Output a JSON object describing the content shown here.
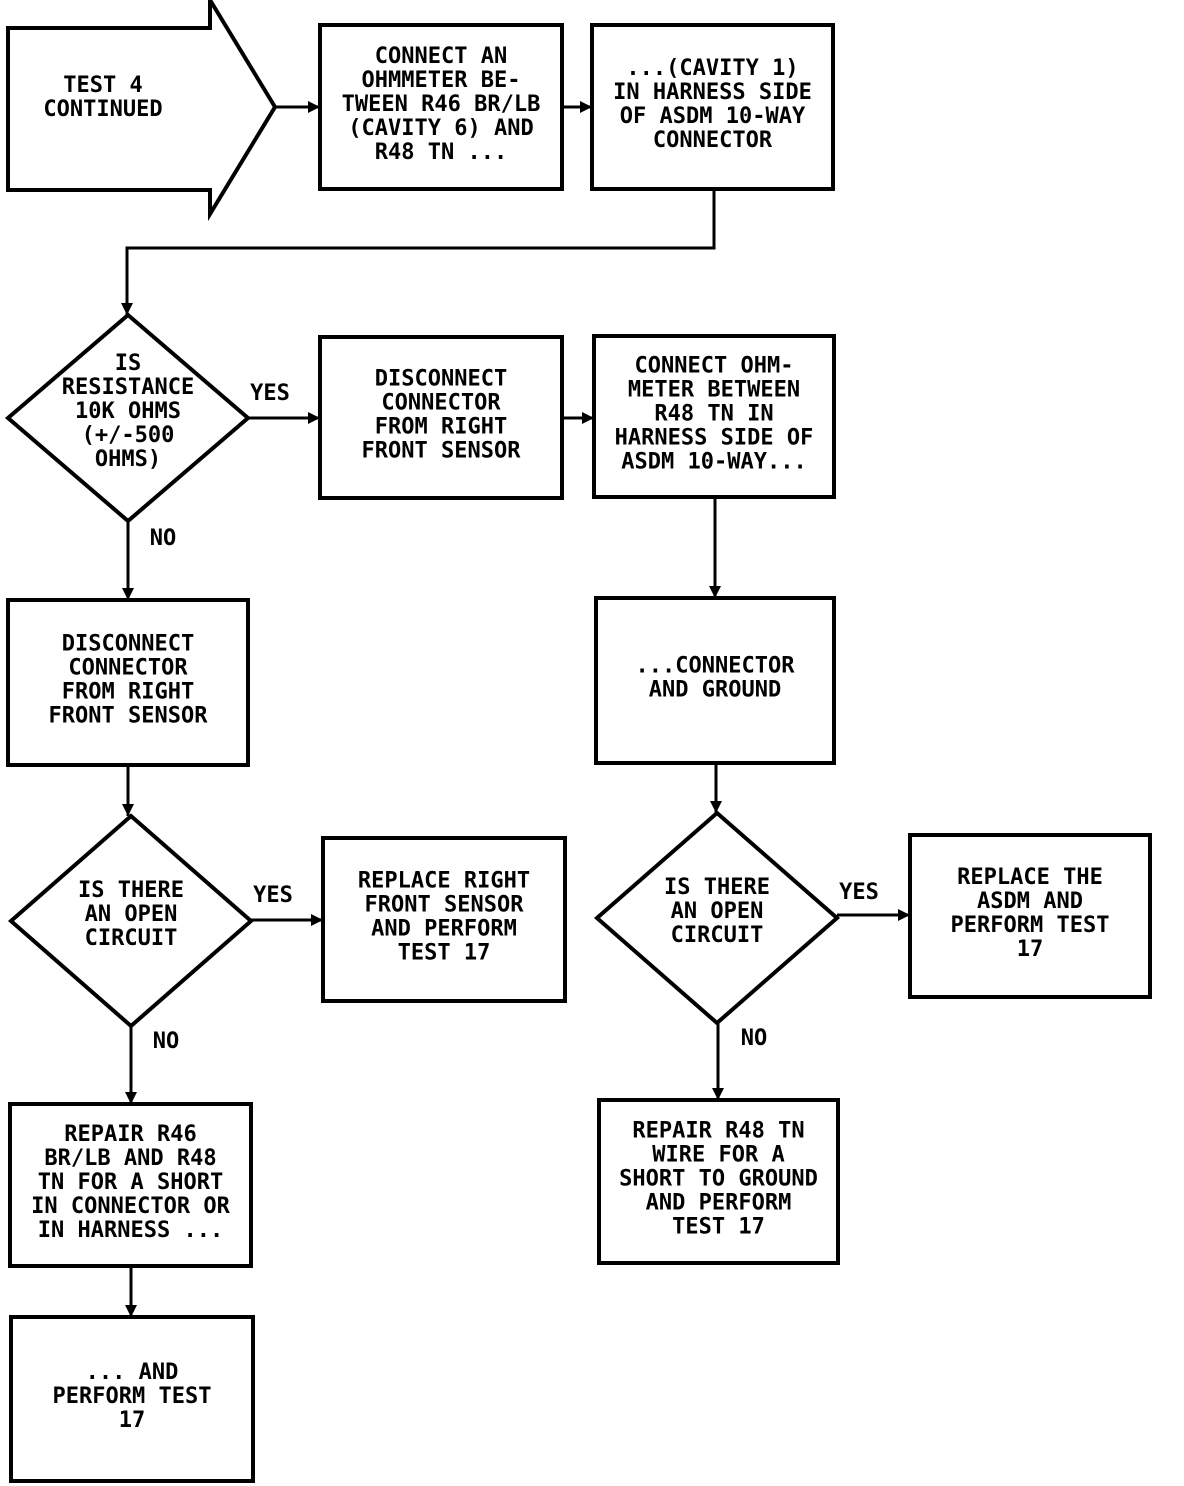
{
  "nodes": {
    "start": {
      "type": "arrow",
      "lines": [
        "TEST 4",
        "CONTINUED"
      ]
    },
    "connect1": {
      "type": "process",
      "lines": [
        "CONNECT AN",
        "OHMMETER BE-",
        "TWEEN R46 BR/LB",
        "(CAVITY 6) AND",
        "R48 TN ..."
      ]
    },
    "connect2": {
      "type": "process",
      "lines": [
        "...(CAVITY 1)",
        "IN HARNESS SIDE",
        "OF ASDM 10-WAY",
        "CONNECTOR"
      ]
    },
    "decision1": {
      "type": "decision",
      "lines": [
        "IS",
        "RESISTANCE",
        "10K OHMS",
        "(+/-500",
        "OHMS)"
      ]
    },
    "disc_yes": {
      "type": "process",
      "lines": [
        "DISCONNECT",
        "CONNECTOR",
        "FROM RIGHT",
        "FRONT SENSOR"
      ]
    },
    "connect3": {
      "type": "process",
      "lines": [
        "CONNECT OHM-",
        "METER BETWEEN",
        "R48 TN IN",
        "HARNESS SIDE OF",
        "ASDM 10-WAY..."
      ]
    },
    "disc_no": {
      "type": "process",
      "lines": [
        "DISCONNECT",
        "CONNECTOR",
        "FROM RIGHT",
        "FRONT SENSOR"
      ]
    },
    "connect4": {
      "type": "process",
      "lines": [
        "...CONNECTOR",
        "AND GROUND"
      ]
    },
    "decision2": {
      "type": "decision",
      "lines": [
        "IS THERE",
        "AN OPEN",
        "CIRCUIT"
      ]
    },
    "replace1": {
      "type": "process",
      "lines": [
        "REPLACE RIGHT",
        "FRONT SENSOR",
        "AND PERFORM",
        "TEST 17"
      ]
    },
    "decision3": {
      "type": "decision",
      "lines": [
        "IS THERE",
        "AN OPEN",
        "CIRCUIT"
      ]
    },
    "replace2": {
      "type": "process",
      "lines": [
        "REPLACE THE",
        "ASDM AND",
        "PERFORM TEST",
        "17"
      ]
    },
    "repair1": {
      "type": "process",
      "lines": [
        "REPAIR R46",
        "BR/LB AND R48",
        "TN FOR A SHORT",
        "IN CONNECTOR OR",
        "IN HARNESS ..."
      ]
    },
    "repair2": {
      "type": "process",
      "lines": [
        "REPAIR R48 TN",
        "WIRE FOR A",
        "SHORT TO GROUND",
        "AND PERFORM",
        "TEST 17"
      ]
    },
    "final": {
      "type": "process",
      "lines": [
        "... AND",
        "PERFORM TEST",
        "17"
      ]
    }
  },
  "edges": [
    {
      "from": "start",
      "to": "connect1",
      "label": ""
    },
    {
      "from": "connect1",
      "to": "connect2",
      "label": ""
    },
    {
      "from": "connect2",
      "to": "decision1",
      "label": ""
    },
    {
      "from": "decision1",
      "to": "disc_yes",
      "label": "YES"
    },
    {
      "from": "decision1",
      "to": "disc_no",
      "label": "NO"
    },
    {
      "from": "disc_yes",
      "to": "connect3",
      "label": ""
    },
    {
      "from": "connect3",
      "to": "connect4",
      "label": ""
    },
    {
      "from": "disc_no",
      "to": "decision2",
      "label": ""
    },
    {
      "from": "decision2",
      "to": "replace1",
      "label": "YES"
    },
    {
      "from": "decision2",
      "to": "repair1",
      "label": "NO"
    },
    {
      "from": "connect4",
      "to": "decision3",
      "label": ""
    },
    {
      "from": "decision3",
      "to": "replace2",
      "label": "YES"
    },
    {
      "from": "decision3",
      "to": "repair2",
      "label": "NO"
    },
    {
      "from": "repair1",
      "to": "final",
      "label": ""
    }
  ]
}
